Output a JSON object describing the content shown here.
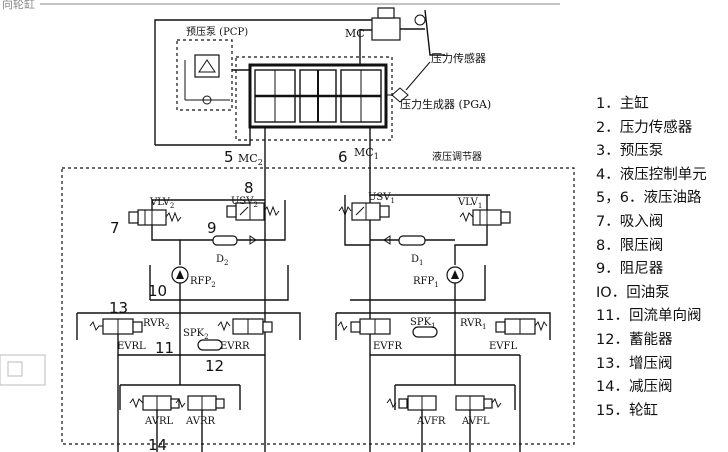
{
  "top_fragment": "向轮缸",
  "labels": {
    "pcp": "预压泵 (PCP)",
    "mc": "MC",
    "pressure_sensor": "压力传感器",
    "pga": "压力生成器 (PGA)",
    "hydraulic_unit": "液压调节器",
    "mc2_num": "5",
    "mc2": "MC",
    "mc2_sub": "2",
    "mc1_num": "6",
    "mc1": "MC",
    "mc1_sub": "1",
    "n7": "7",
    "n8": "8",
    "n9": "9",
    "n10": "10",
    "n11": "11",
    "n12": "12",
    "n13": "13",
    "n14": "14",
    "vlv2": "VLV",
    "vlv2_sub": "2",
    "usv2": "USV",
    "usv2_sub": "2",
    "d2": "D",
    "d2_sub": "2",
    "rfp2": "RFP",
    "rfp2_sub": "2",
    "rvr2": "RVR",
    "rvr2_sub": "2",
    "spk2": "SPK",
    "spk2_sub": "2",
    "evrl": "EVRL",
    "evrr": "EVRR",
    "avrl": "AVRL",
    "avrr": "AVRR",
    "usv1": "USV",
    "usv1_sub": "1",
    "vlv1": "VLV",
    "vlv1_sub": "1",
    "d1": "D",
    "d1_sub": "1",
    "rfp1": "RFP",
    "rfp1_sub": "1",
    "rvr1": "RVR",
    "rvr1_sub": "1",
    "spk1": "SPK",
    "spk1_sub": "1",
    "evfr": "EVFR",
    "evfl": "EVFL",
    "avfr": "AVFR",
    "avfl": "AVFL"
  },
  "legend": [
    "1．主缸",
    "2．压力传感器",
    "3．预压泵",
    "4．液压控制单元",
    "5，6．液压油路",
    "7．吸入阀",
    "8．限压阀",
    "9．阻尼器",
    "IO．回油泵",
    "11．回流单向阀",
    "12．蓄能器",
    "13．增压阀",
    "14．减压阀",
    "15．轮缸"
  ]
}
